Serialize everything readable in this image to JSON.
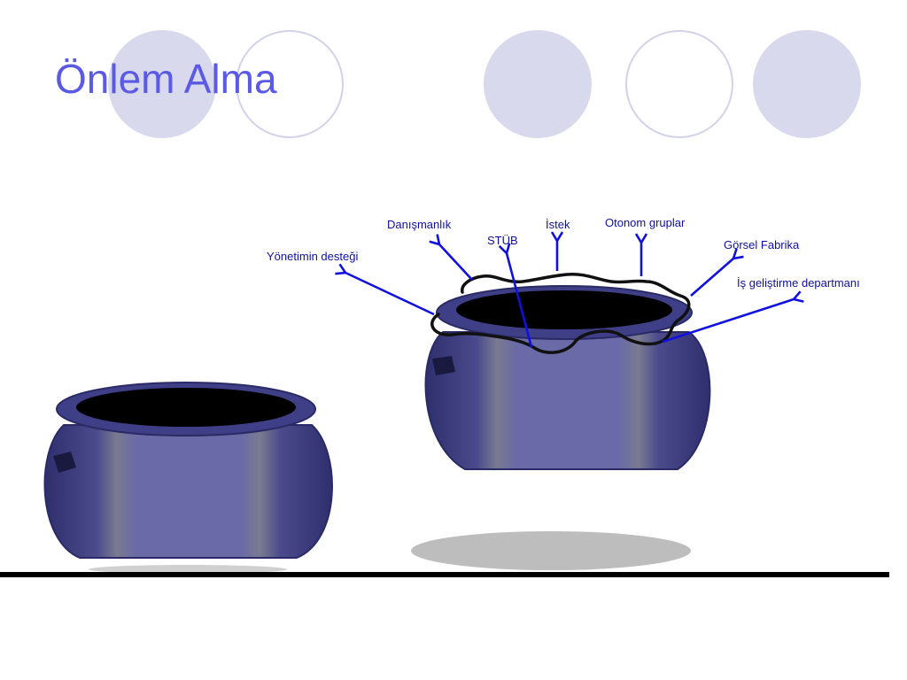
{
  "slide": {
    "title": "Önlem Alma"
  },
  "labels": {
    "yonetim": "Yönetimin desteği",
    "danismanlik": "Danışmanlık",
    "stub": "STÜB",
    "istek": "İstek",
    "otonom": "Otonom gruplar",
    "gorsel": "Görsel Fabrika",
    "is_gelistirme": "İş geliştirme departmanı"
  },
  "colors": {
    "title": "#5a5ae6",
    "decor_circle": "#d9d9ee",
    "pot_body": "#3a3a7e",
    "arrow": "#1010e0"
  }
}
